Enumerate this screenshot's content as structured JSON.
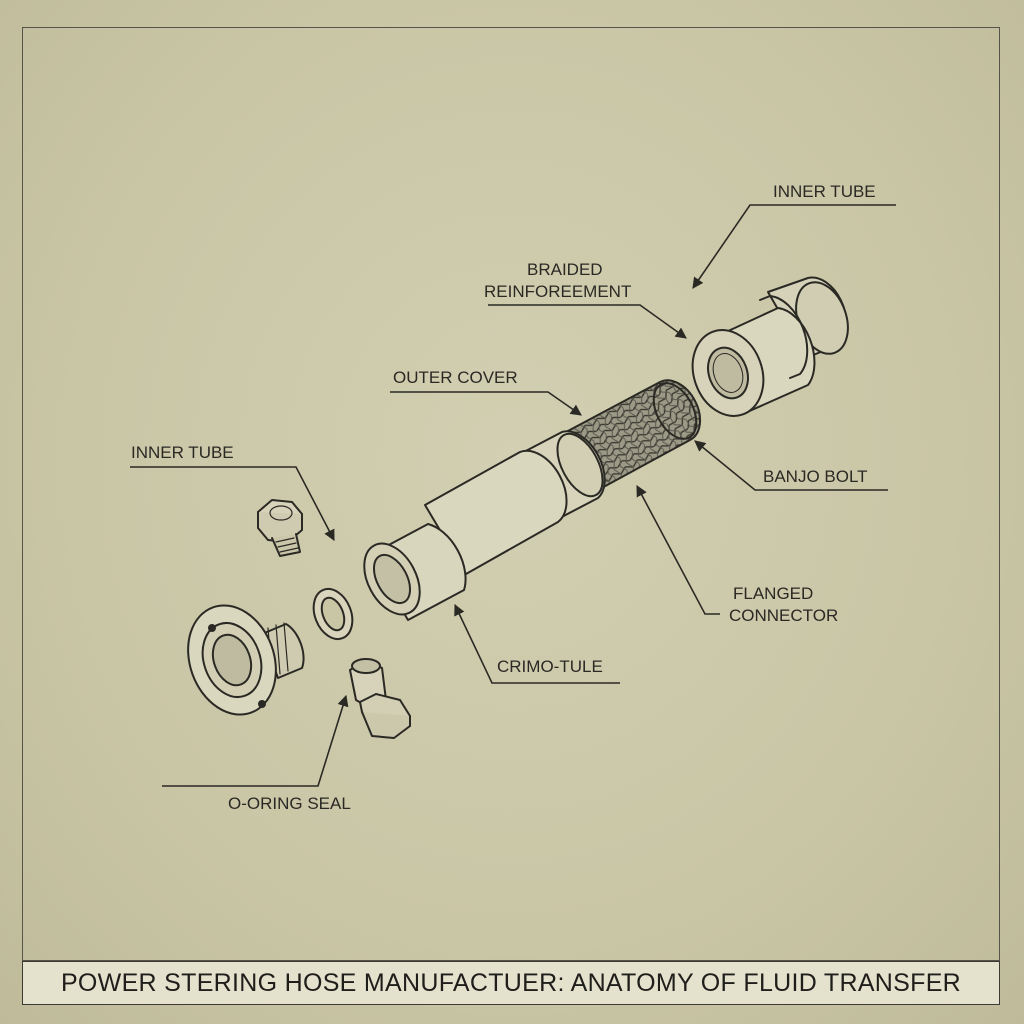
{
  "diagram": {
    "title": "POWER STERING HOSE MANUFACTUER: ANATOMY OF FLUID TRANSFER",
    "labels": {
      "inner_tube_top": "INNER TUBE",
      "braided_line1": "BRAIDED",
      "braided_line2": "REINFOREEMENT",
      "outer_cover": "OUTER COVER",
      "banjo_bolt": "BANJO BOLT",
      "inner_tube_left": "INNER TUBE",
      "flanged_line1": "FLANGED",
      "flanged_line2": "CONNECTOR",
      "crimp_ferrule": "CRIMO-TULE",
      "o_ring_seal": "O-ORING SEAL"
    }
  },
  "colors": {
    "ink": "#2a2924",
    "paper": "#c9c6a6"
  }
}
